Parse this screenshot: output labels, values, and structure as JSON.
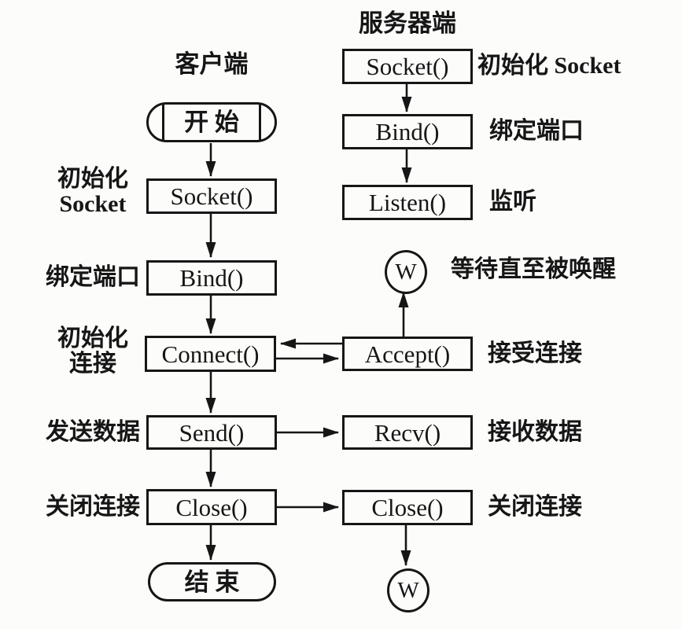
{
  "figure": {
    "colors": {
      "ink": "#161616",
      "paper": "#fcfcfa"
    },
    "client": {
      "title": "客户端",
      "start": "开 始",
      "socket": "Socket()",
      "bind": "Bind()",
      "connect": "Connect()",
      "send": "Send()",
      "close": "Close()",
      "end": "结 束",
      "notes": {
        "socket": "初始化\nSocket",
        "bind": "绑定端口",
        "connect": "初始化\n连接",
        "send": "发送数据",
        "close": "关闭连接"
      }
    },
    "server": {
      "title": "服务器端",
      "socket": "Socket()",
      "bind": "Bind()",
      "listen": "Listen()",
      "wait_top": "W",
      "accept": "Accept()",
      "recv": "Recv()",
      "close": "Close()",
      "wait_bottom": "W",
      "notes": {
        "socket": "初始化 Socket",
        "bind": "绑定端口",
        "listen": "监听",
        "wait": "等待直至被唤醒",
        "accept": "接受连接",
        "recv": "接收数据",
        "close": "关闭连接"
      }
    }
  }
}
